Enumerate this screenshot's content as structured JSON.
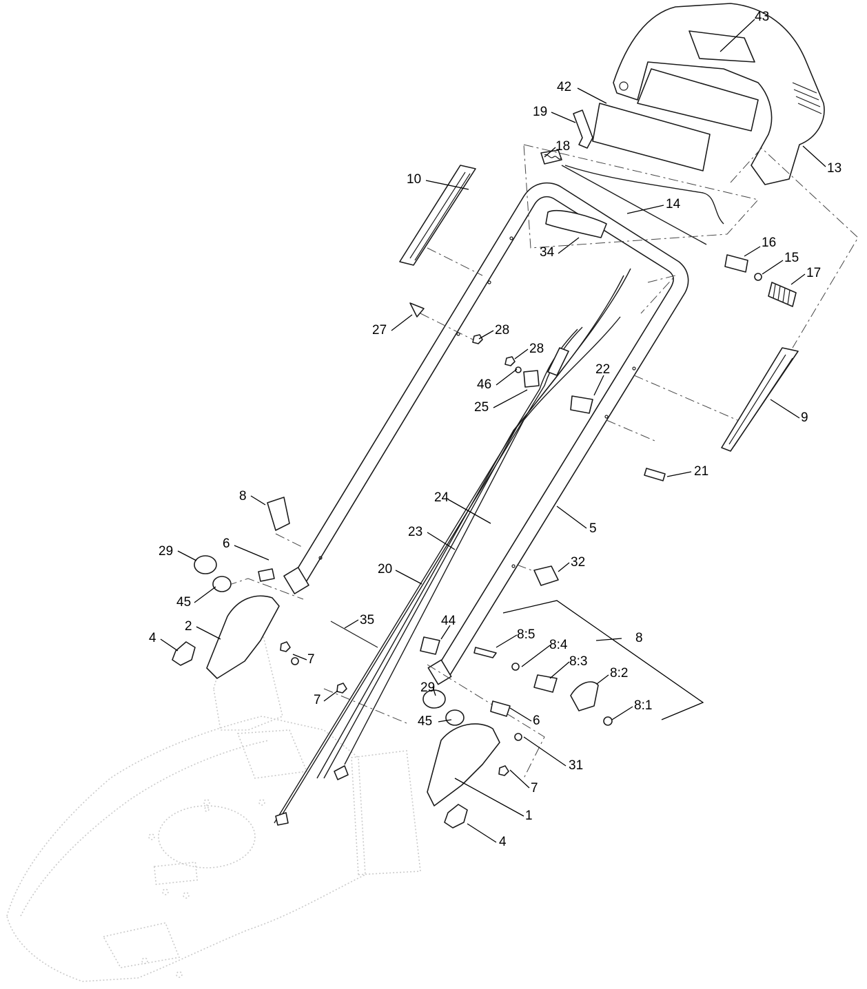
{
  "callouts": [
    {
      "id": "c43",
      "label": "43"
    },
    {
      "id": "c42",
      "label": "42"
    },
    {
      "id": "c19",
      "label": "19"
    },
    {
      "id": "c18",
      "label": "18"
    },
    {
      "id": "c13",
      "label": "13"
    },
    {
      "id": "c10",
      "label": "10"
    },
    {
      "id": "c14",
      "label": "14"
    },
    {
      "id": "c16",
      "label": "16"
    },
    {
      "id": "c15",
      "label": "15"
    },
    {
      "id": "c17",
      "label": "17"
    },
    {
      "id": "c34",
      "label": "34"
    },
    {
      "id": "c27",
      "label": "27"
    },
    {
      "id": "c28a",
      "label": "28"
    },
    {
      "id": "c28b",
      "label": "28"
    },
    {
      "id": "c22",
      "label": "22"
    },
    {
      "id": "c46",
      "label": "46"
    },
    {
      "id": "c25",
      "label": "25"
    },
    {
      "id": "c9",
      "label": "9"
    },
    {
      "id": "c21",
      "label": "21"
    },
    {
      "id": "c8a",
      "label": "8"
    },
    {
      "id": "c24",
      "label": "24"
    },
    {
      "id": "c5",
      "label": "5"
    },
    {
      "id": "c6a",
      "label": "6"
    },
    {
      "id": "c23",
      "label": "23"
    },
    {
      "id": "c29a",
      "label": "29"
    },
    {
      "id": "c32",
      "label": "32"
    },
    {
      "id": "c20",
      "label": "20"
    },
    {
      "id": "c45a",
      "label": "45"
    },
    {
      "id": "c8b",
      "label": "8"
    },
    {
      "id": "c35",
      "label": "35"
    },
    {
      "id": "c44",
      "label": "44"
    },
    {
      "id": "c2",
      "label": "2"
    },
    {
      "id": "c8_5",
      "label": "8:5"
    },
    {
      "id": "c8_4",
      "label": "8:4"
    },
    {
      "id": "c4a",
      "label": "4"
    },
    {
      "id": "c7a",
      "label": "7"
    },
    {
      "id": "c8_3",
      "label": "8:3"
    },
    {
      "id": "c8_2",
      "label": "8:2"
    },
    {
      "id": "c7b",
      "label": "7"
    },
    {
      "id": "c29b",
      "label": "29"
    },
    {
      "id": "c6b",
      "label": "6"
    },
    {
      "id": "c8_1",
      "label": "8:1"
    },
    {
      "id": "c45b",
      "label": "45"
    },
    {
      "id": "c31",
      "label": "31"
    },
    {
      "id": "c7c",
      "label": "7"
    },
    {
      "id": "c1",
      "label": "1"
    },
    {
      "id": "c4b",
      "label": "4"
    }
  ]
}
